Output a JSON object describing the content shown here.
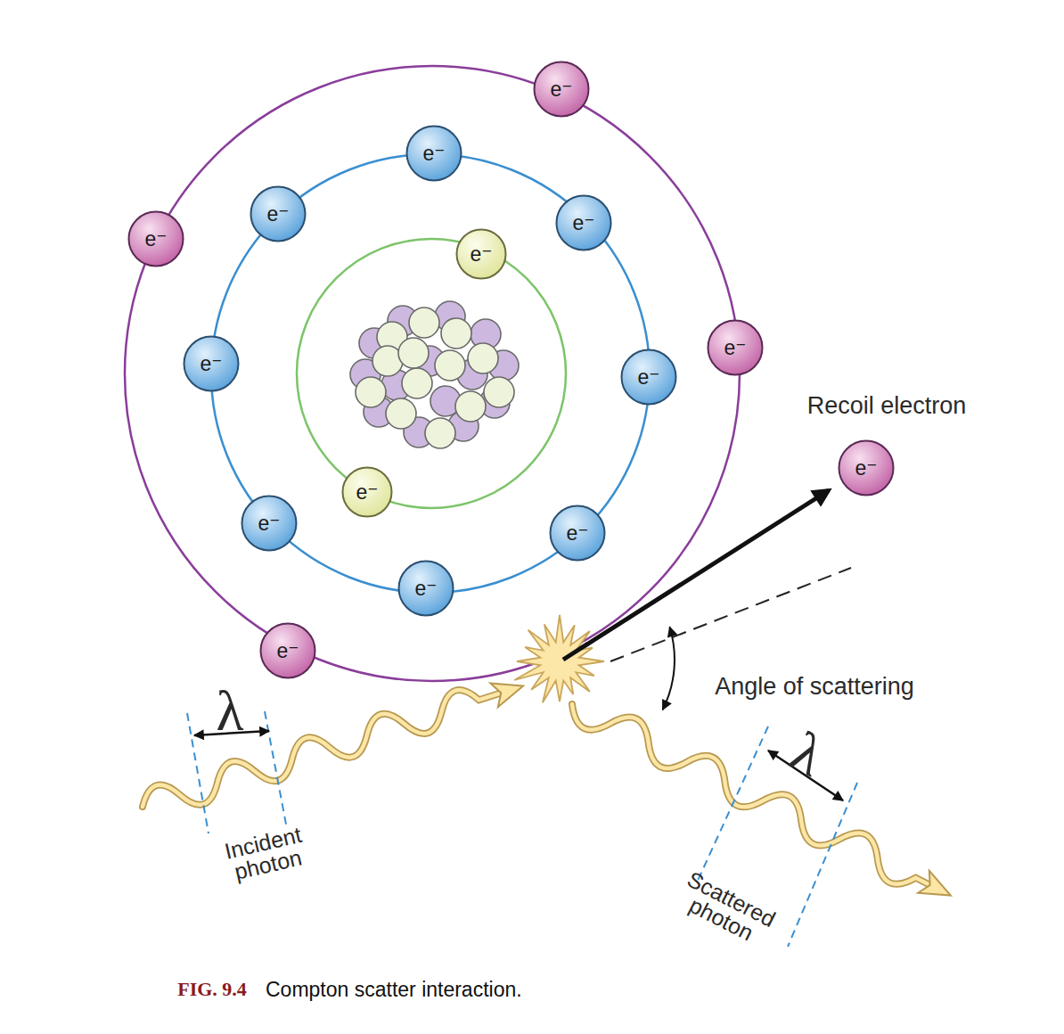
{
  "diagram": {
    "caption": "Compton scatter interaction.",
    "nodes": [
      {
        "text": [
          "e⁻"
        ]
      },
      {
        "text": [
          "e⁻"
        ]
      },
      {
        "text": [
          "e⁻"
        ]
      },
      {
        "text": [
          "e⁻"
        ]
      },
      {
        "text": [
          "e⁻"
        ]
      },
      {
        "text": [
          "e⁻"
        ]
      },
      {
        "text": [
          "e⁻"
        ]
      },
      {
        "text": [
          "e⁻"
        ]
      },
      {
        "text": [
          "e⁻"
        ]
      },
      {
        "text": [
          "Recoil electron",
          "e⁻"
        ]
      },
      {
        "text": [
          "e⁻"
        ]
      },
      {
        "text": [
          "e⁻"
        ]
      },
      {
        "text": [
          "e⁻"
        ]
      },
      {
        "text": [
          "e⁻"
        ]
      },
      {
        "text": [
          "e⁻"
        ]
      }
    ],
    "labels": [
      "λ",
      "Incident photon",
      "Angle of scattering",
      "λ",
      "Scattered photon",
      "FIG. 9.4"
    ]
  }
}
